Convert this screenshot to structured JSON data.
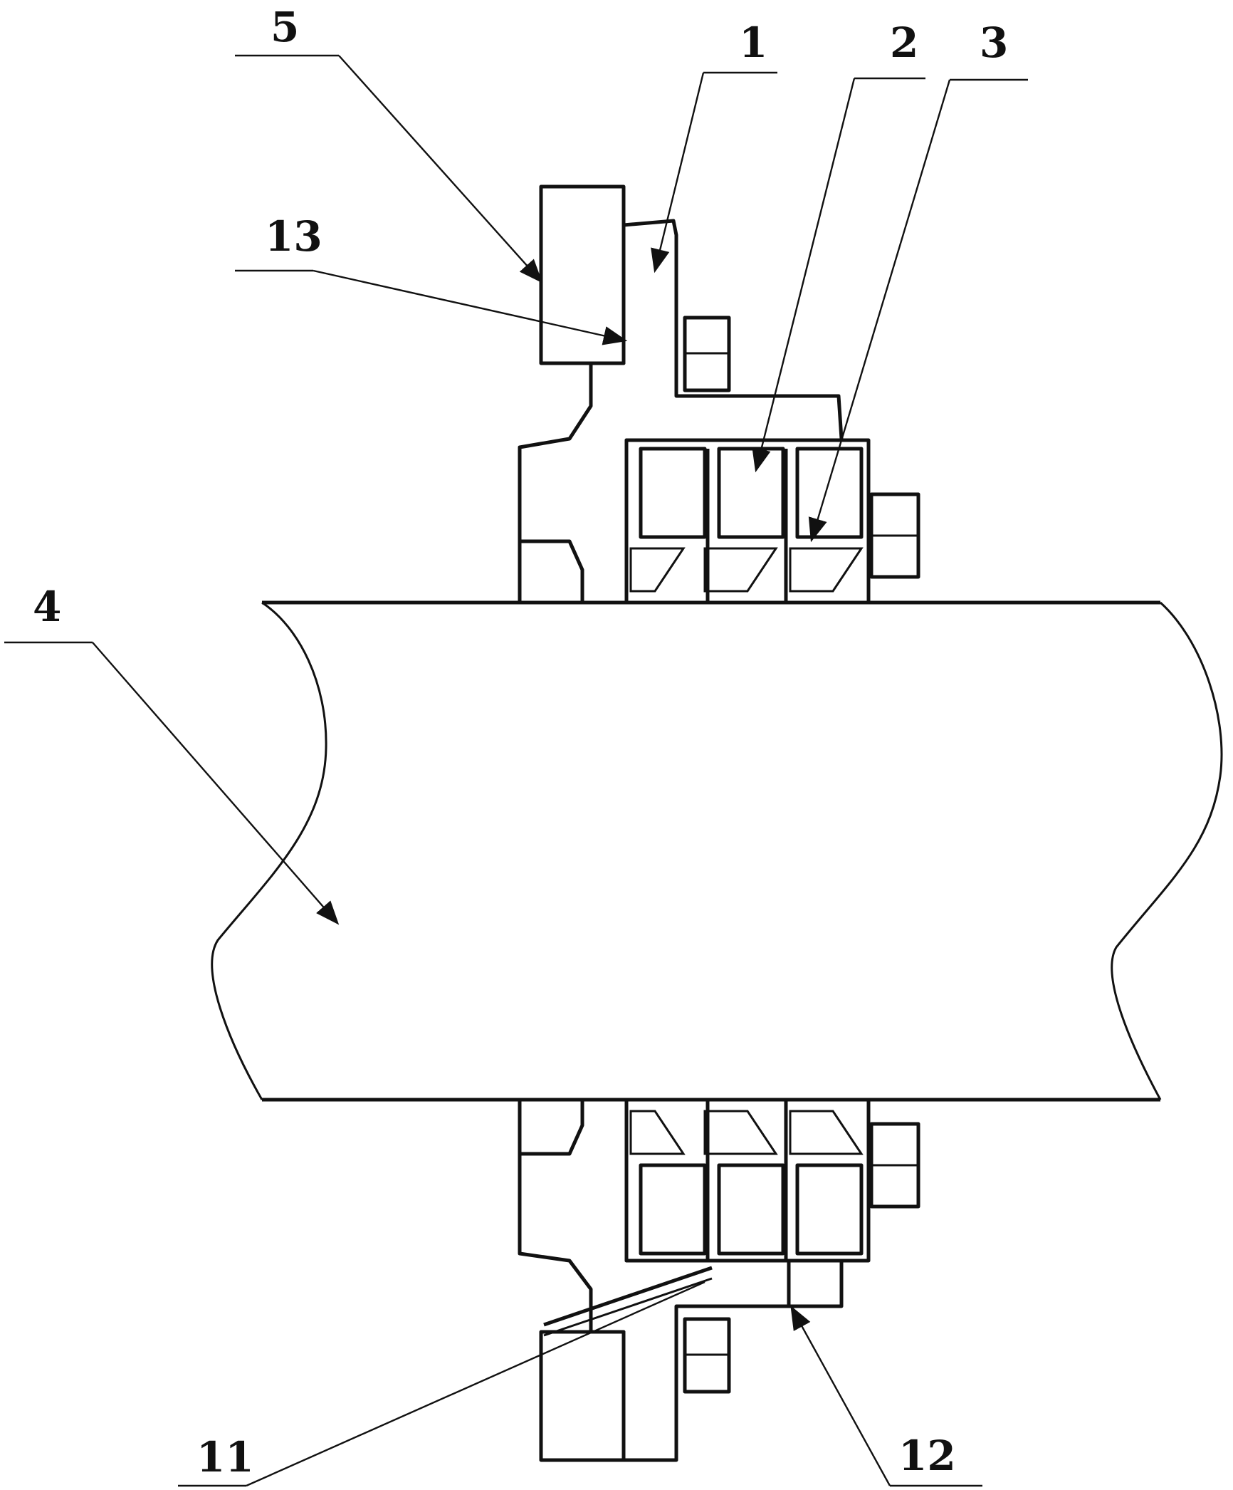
{
  "callouts": [
    {
      "id": "1",
      "label": "1"
    },
    {
      "id": "2",
      "label": "2"
    },
    {
      "id": "3",
      "label": "3"
    },
    {
      "id": "4",
      "label": "4"
    },
    {
      "id": "5",
      "label": "5"
    },
    {
      "id": "11",
      "label": "11"
    },
    {
      "id": "12",
      "label": "12"
    },
    {
      "id": "13",
      "label": "13"
    }
  ],
  "colors": {
    "line": "#111111",
    "background": "#ffffff",
    "hatch": "#222222"
  }
}
